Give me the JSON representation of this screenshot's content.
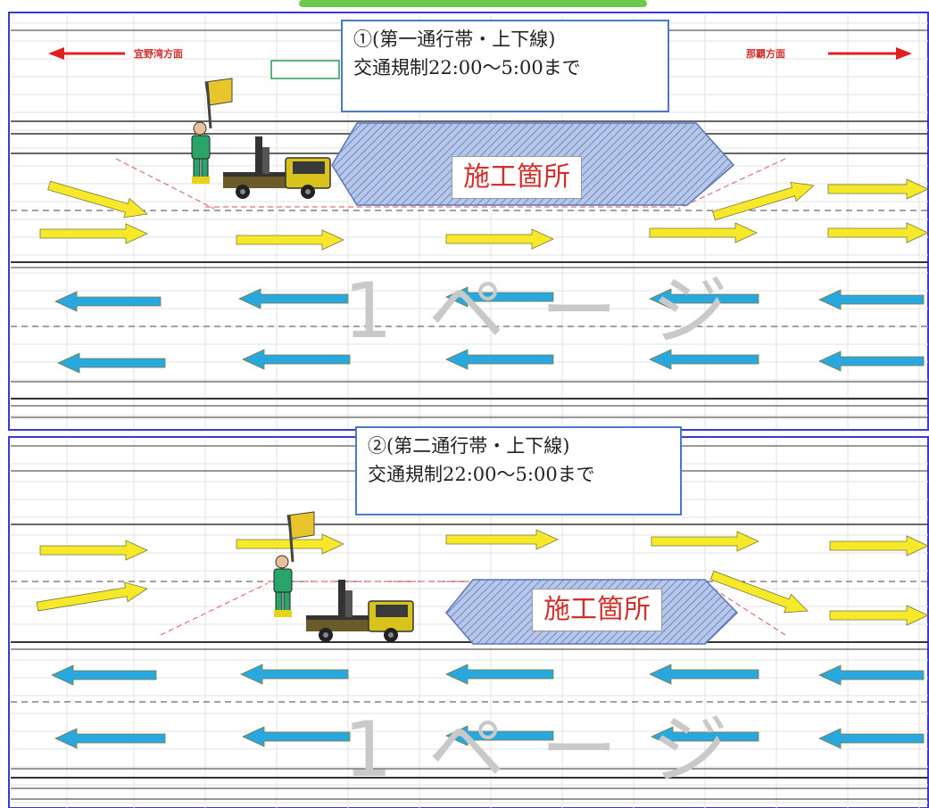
{
  "panels": [
    {
      "title_line1": "①(第一通行帯・上下線)",
      "title_line2": "交通規制22:00〜5:00まで",
      "worksite_label": "施工箇所",
      "direction_left": "宜野湾方面",
      "direction_right": "那覇方面",
      "watermark": "1ページ"
    },
    {
      "title_line1": "②(第二通行帯・上下線)",
      "title_line2": "交通規制22:00〜5:00まで",
      "worksite_label": "施工箇所",
      "watermark": "1ページ"
    }
  ],
  "colors": {
    "eastbound_arrow": "#f5e92a",
    "westbound_arrow": "#29a8e0",
    "direction_arrow": "#e02020",
    "worksite_fill": "#9db3dd",
    "textbox_border": "#4a7ac7",
    "panel_border": "#3a3ad0",
    "taper_line": "#e07070"
  }
}
